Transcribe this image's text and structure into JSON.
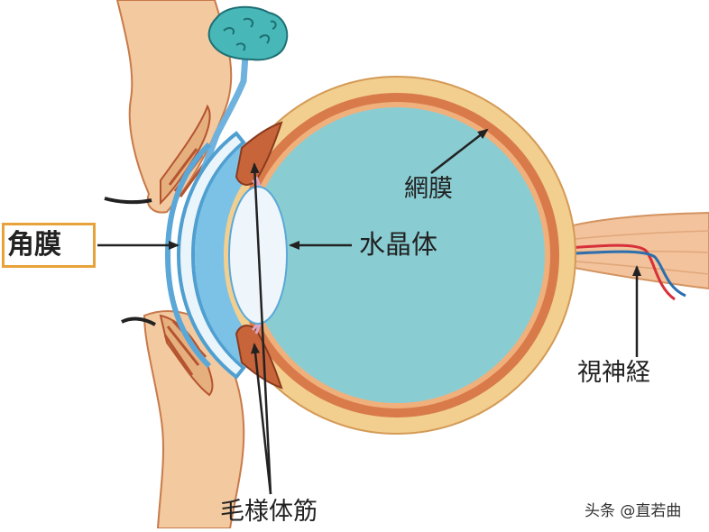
{
  "labels": {
    "cornea": "角膜",
    "retina": "網膜",
    "lens": "水晶体",
    "optic_nerve": "視神経",
    "ciliary_muscle": "毛様体筋"
  },
  "watermark": "头条 @直若曲",
  "colors": {
    "vitreous": "#89cdd3",
    "sclera": "#f2cf8f",
    "choroid": "#d87a4a",
    "cornea_blue": "#7cc1e6",
    "lens": "#eef5fb",
    "skin": "#f3c9a0",
    "label_box": "#e7a33a"
  }
}
